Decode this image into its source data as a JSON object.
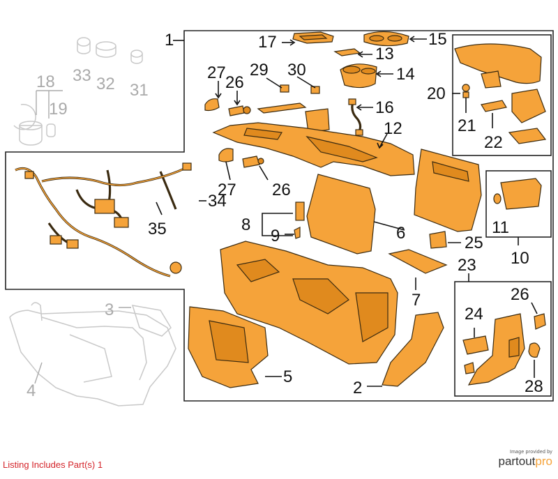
{
  "callouts": [
    {
      "id": "c1",
      "text": "1"
    },
    {
      "id": "c2",
      "text": "2"
    },
    {
      "id": "c3",
      "text": "3"
    },
    {
      "id": "c4",
      "text": "4"
    },
    {
      "id": "c5",
      "text": "5"
    },
    {
      "id": "c6",
      "text": "6"
    },
    {
      "id": "c7",
      "text": "7"
    },
    {
      "id": "c8",
      "text": "8"
    },
    {
      "id": "c9",
      "text": "9"
    },
    {
      "id": "c10",
      "text": "10"
    },
    {
      "id": "c11",
      "text": "11"
    },
    {
      "id": "c12",
      "text": "12"
    },
    {
      "id": "c13",
      "text": "13"
    },
    {
      "id": "c14",
      "text": "14"
    },
    {
      "id": "c15",
      "text": "15"
    },
    {
      "id": "c16",
      "text": "16"
    },
    {
      "id": "c17",
      "text": "17"
    },
    {
      "id": "c18",
      "text": "18"
    },
    {
      "id": "c19",
      "text": "19"
    },
    {
      "id": "c20",
      "text": "20"
    },
    {
      "id": "c21",
      "text": "21"
    },
    {
      "id": "c22",
      "text": "22"
    },
    {
      "id": "c23",
      "text": "23"
    },
    {
      "id": "c24",
      "text": "24"
    },
    {
      "id": "c25",
      "text": "25"
    },
    {
      "id": "c26a",
      "text": "26"
    },
    {
      "id": "c26b",
      "text": "26"
    },
    {
      "id": "c26c",
      "text": "26"
    },
    {
      "id": "c27a",
      "text": "27"
    },
    {
      "id": "c27b",
      "text": "27"
    },
    {
      "id": "c28",
      "text": "28"
    },
    {
      "id": "c29",
      "text": "29"
    },
    {
      "id": "c30",
      "text": "30"
    },
    {
      "id": "c31",
      "text": "31"
    },
    {
      "id": "c32",
      "text": "32"
    },
    {
      "id": "c33",
      "text": "33"
    },
    {
      "id": "c34",
      "text": "34"
    },
    {
      "id": "c35",
      "text": "35"
    }
  ],
  "footer": {
    "listing": "Listing Includes Part(s) 1",
    "provided_by": "Image provided by",
    "brand_part1": "partout",
    "brand_part2": "pro"
  },
  "colors": {
    "part_fill": "#F5A33A",
    "listing_text": "#d4242a",
    "ghost_part": "#c8c8c8"
  }
}
